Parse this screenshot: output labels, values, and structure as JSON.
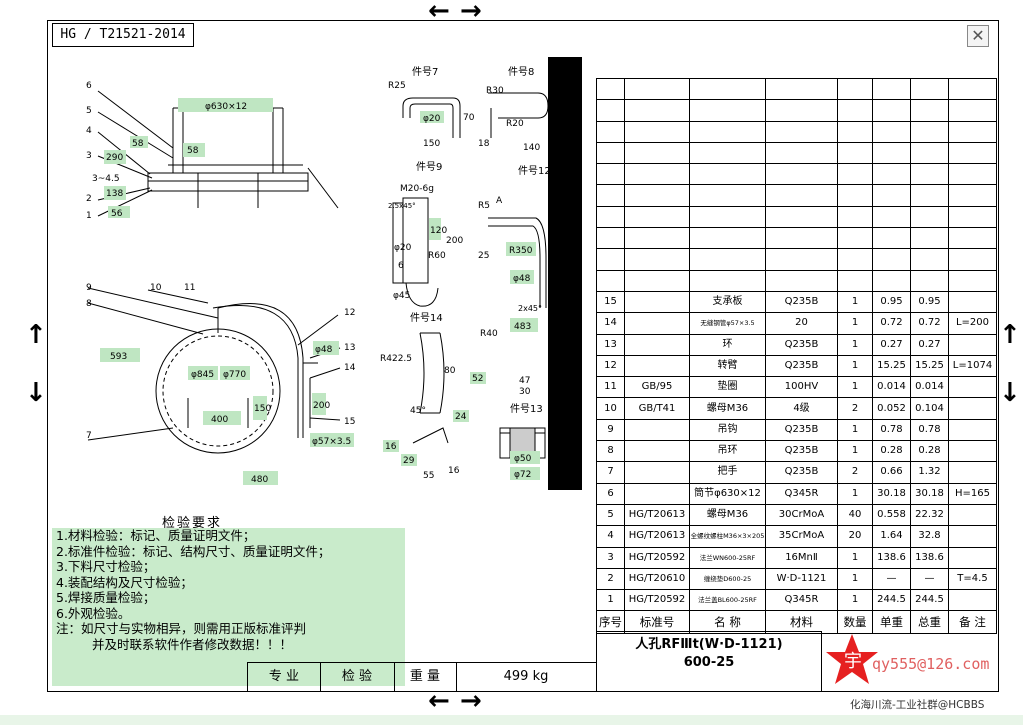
{
  "standard": "HG / T21521-2014",
  "close_glyph": "✕",
  "drawing": {
    "part_labels": [
      "件号7",
      "件号8",
      "件号9",
      "件号12",
      "件号14",
      "件号13"
    ],
    "leaders_top": [
      "6",
      "5",
      "4",
      "3",
      "3~4.5",
      "2",
      "1"
    ],
    "leaders_main": [
      "9",
      "8",
      "10",
      "11",
      "12",
      "13",
      "14",
      "15",
      "7"
    ],
    "dims": {
      "phi630": "φ630×12",
      "d58a": "58",
      "d58b": "58",
      "d290": "290",
      "d138": "138",
      "d56": "56",
      "d593": "593",
      "phi845": "φ845",
      "phi770": "φ770",
      "d400": "400",
      "d150": "150",
      "d200a": "200",
      "d480": "480",
      "phi48a": "φ48",
      "phi57": "φ57×3.5",
      "r25": "R25",
      "phi20a": "φ20",
      "d70": "70",
      "d150b": "150",
      "r30": "R30",
      "r20": "R20",
      "d18": "18",
      "d140": "140",
      "m20": "M20-6g",
      "c25": "2.5x45°",
      "d120": "120",
      "d200b": "200",
      "phi20b": "φ20",
      "r60": "R60",
      "d6": "6",
      "phi45": "φ45",
      "r5": "R5",
      "a": "A",
      "r350": "R350",
      "d25": "25",
      "phi48b": "φ48",
      "c2": "2x45°",
      "d483": "483",
      "r4225": "R422.5",
      "d80": "80",
      "r40": "R40",
      "d52": "52",
      "d47": "47",
      "d30": "30",
      "d45deg": "45°",
      "d24": "24",
      "d16a": "16",
      "d29": "29",
      "d55": "55",
      "d16b": "16",
      "phi50": "φ50",
      "phi72": "φ72"
    }
  },
  "notes": {
    "title": "检验要求",
    "lines": [
      "1.材料检验：标记、质量证明文件；",
      "2.标准件检验：标记、结构尺寸、质量证明文件；",
      "3.下料尺寸检验；",
      "4.装配结构及尺寸检验；",
      "5.焊接质量检验；",
      "6.外观检验。",
      "注：如尺寸与实物相异，则需用正版标准评判"
    ],
    "last_line": "并及时联系软件作者修改数据！！！"
  },
  "strip": {
    "major": "专  业",
    "inspect": "检  验",
    "weight_label": "重  量",
    "weight_value": "499 kg"
  },
  "table": {
    "headers": [
      "序号",
      "标准号",
      "名  称",
      "材料",
      "数量",
      "单重",
      "总重",
      "备 注"
    ],
    "rows": [
      [
        "15",
        "",
        "支承板",
        "Q235B",
        "1",
        "0.95",
        "0.95",
        ""
      ],
      [
        "14",
        "",
        "无缝钢管φ57×3.5",
        "20",
        "1",
        "0.72",
        "0.72",
        "L=200"
      ],
      [
        "13",
        "",
        "环",
        "Q235B",
        "1",
        "0.27",
        "0.27",
        ""
      ],
      [
        "12",
        "",
        "转臂",
        "Q235B",
        "1",
        "15.25",
        "15.25",
        "L=1074"
      ],
      [
        "11",
        "GB/95",
        "垫圈",
        "100HV",
        "1",
        "0.014",
        "0.014",
        ""
      ],
      [
        "10",
        "GB/T41",
        "螺母M36",
        "4级",
        "2",
        "0.052",
        "0.104",
        ""
      ],
      [
        "9",
        "",
        "吊钩",
        "Q235B",
        "1",
        "0.78",
        "0.78",
        ""
      ],
      [
        "8",
        "",
        "吊环",
        "Q235B",
        "1",
        "0.28",
        "0.28",
        ""
      ],
      [
        "7",
        "",
        "把手",
        "Q235B",
        "2",
        "0.66",
        "1.32",
        ""
      ],
      [
        "6",
        "",
        "筒节φ630×12",
        "Q345R",
        "1",
        "30.18",
        "30.18",
        "H=165"
      ],
      [
        "5",
        "HG/T20613",
        "螺母M36",
        "30CrMoA",
        "40",
        "0.558",
        "22.32",
        ""
      ],
      [
        "4",
        "HG/T20613",
        "全螺纹螺柱M36×3×205",
        "35CrMoA",
        "20",
        "1.64",
        "32.8",
        ""
      ],
      [
        "3",
        "HG/T20592",
        "法兰WN600-25RF",
        "16MnⅡ",
        "1",
        "138.6",
        "138.6",
        ""
      ],
      [
        "2",
        "HG/T20610",
        "缠绕垫D600-25",
        "W·D-1121",
        "1",
        "—",
        "—",
        "T=4.5"
      ],
      [
        "1",
        "HG/T20592",
        "法兰盖BL600-25RF",
        "Q345R",
        "1",
        "244.5",
        "244.5",
        ""
      ]
    ]
  },
  "title_block": {
    "line1": "人孔RFⅢt(W·D-1121)",
    "line2": "600-25"
  },
  "logo_char": "宇",
  "watermark": "qy555@126.com",
  "credit": "化海川流-工业社群@HCBBS",
  "colors": {
    "tag_green": "#bfe6c2",
    "notes_green": "#c9ebcb",
    "logo_red": "#e62020"
  }
}
